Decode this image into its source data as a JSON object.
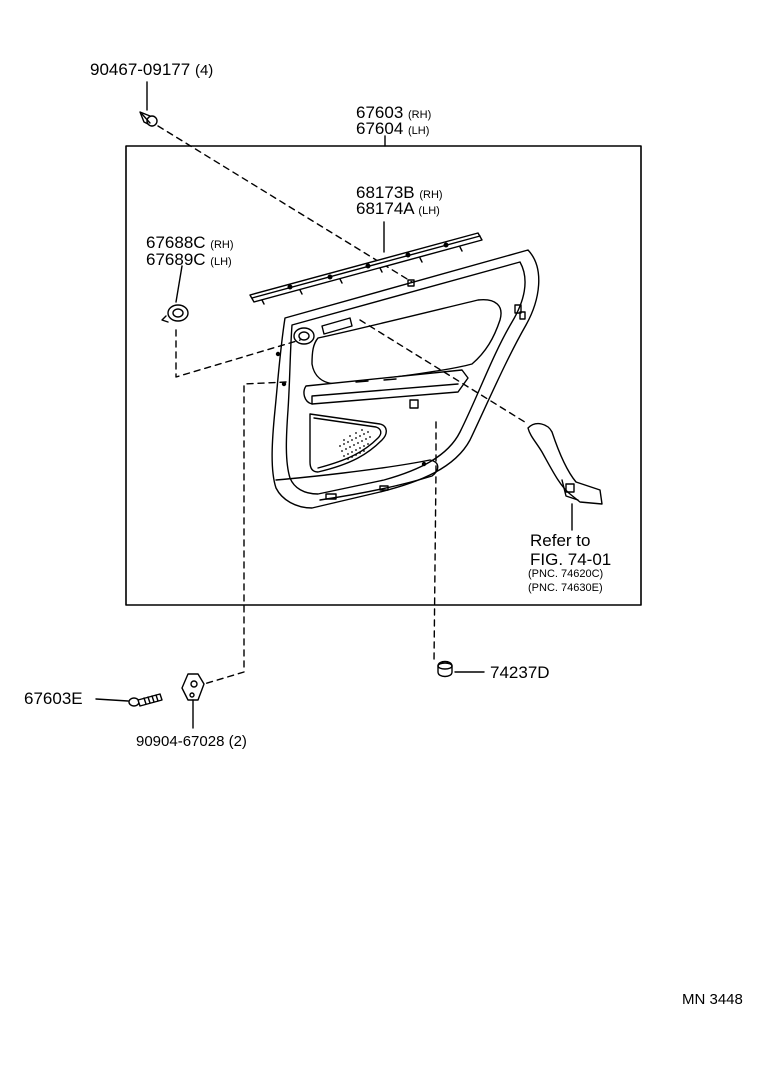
{
  "parts": {
    "clip_top": {
      "number": "90467-09177",
      "qty": "(4)"
    },
    "panel_rh": {
      "number": "67603",
      "side": "(RH)"
    },
    "panel_lh": {
      "number": "67604",
      "side": "(LH)"
    },
    "weatherstrip_rh": {
      "number": "68173B",
      "side": "(RH)"
    },
    "weatherstrip_lh": {
      "number": "68174A",
      "side": "(LH)"
    },
    "cap_rh": {
      "number": "67688C",
      "side": "(RH)"
    },
    "cap_lh": {
      "number": "67689C",
      "side": "(LH)"
    },
    "screw": {
      "number": "67603E"
    },
    "bracket_clip": {
      "number": "90904-67028",
      "qty": "(2)"
    },
    "retainer": {
      "number": "74237D"
    }
  },
  "reference": {
    "line1": "Refer to",
    "line2": "FIG. 74-01",
    "pnc1": "PNC. 74620C",
    "pnc2": "PNC. 74630E"
  },
  "footer": {
    "code": "MN 3448"
  },
  "colors": {
    "ink": "#000000",
    "paper": "#ffffff"
  }
}
